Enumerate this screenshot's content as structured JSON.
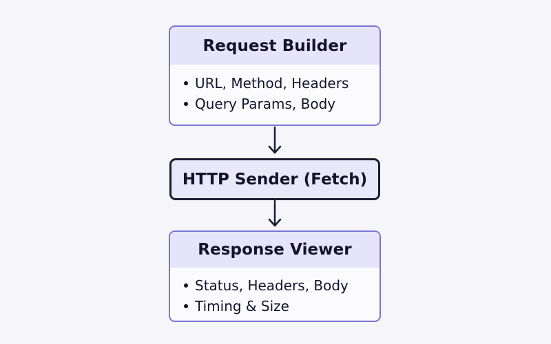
{
  "diagram": {
    "request_builder": {
      "title": "Request Builder",
      "items": [
        "URL, Method, Headers",
        "Query Params, Body"
      ]
    },
    "http_sender": {
      "title": "HTTP Sender (Fetch)"
    },
    "response_viewer": {
      "title": "Response Viewer",
      "items": [
        "Status, Headers, Body",
        "Timing & Size"
      ]
    }
  },
  "colors": {
    "background": "#f5f5fa",
    "node_border": "#7b73d4",
    "header_fill": "#e6e4fa",
    "sender_border": "#1c1c30",
    "text": "#13132b"
  }
}
